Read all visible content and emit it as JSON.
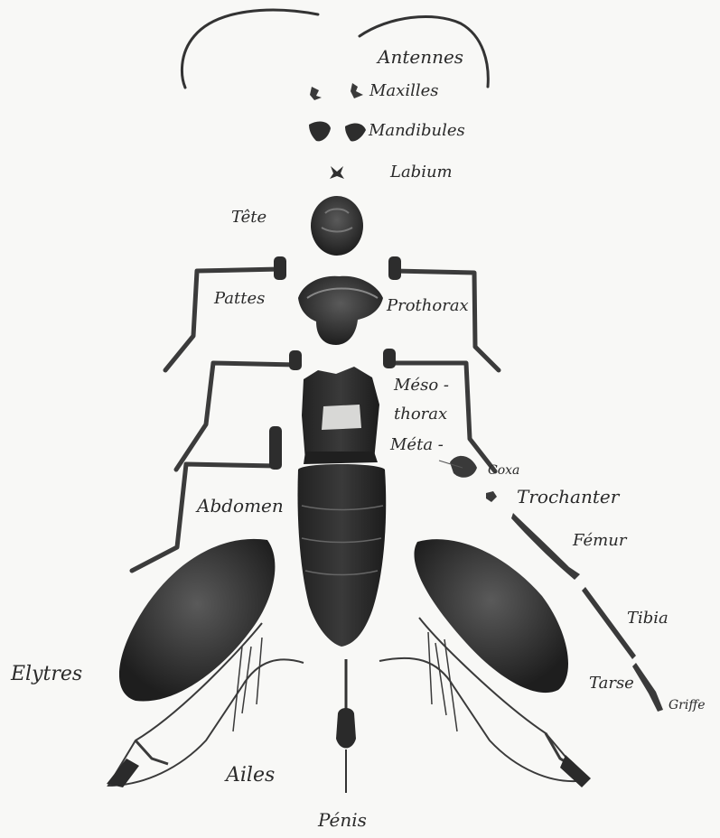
{
  "labels": {
    "antennes": "Antennes",
    "maxilles": "Maxilles",
    "mandibules": "Mandibules",
    "labium": "Labium",
    "tete": "Tête",
    "pattes": "Pattes",
    "prothorax": "Prothorax",
    "meso": "Méso -",
    "thorax": "thorax",
    "meta": "Méta -",
    "coxa": "Coxa",
    "trochanter": "Trochanter",
    "femur": "Fémur",
    "abdomen": "Abdomen",
    "tibia": "Tibia",
    "elytres": "Elytres",
    "tarse": "Tarse",
    "griffe": "Griffe",
    "ailes": "Ailes",
    "penis": "Pénis"
  },
  "colors": {
    "background": "#f8f8f6",
    "specimen_dark": "#2b2b2b",
    "specimen_mid": "#4a4a4a",
    "label_ink": "#2a2a2a"
  }
}
